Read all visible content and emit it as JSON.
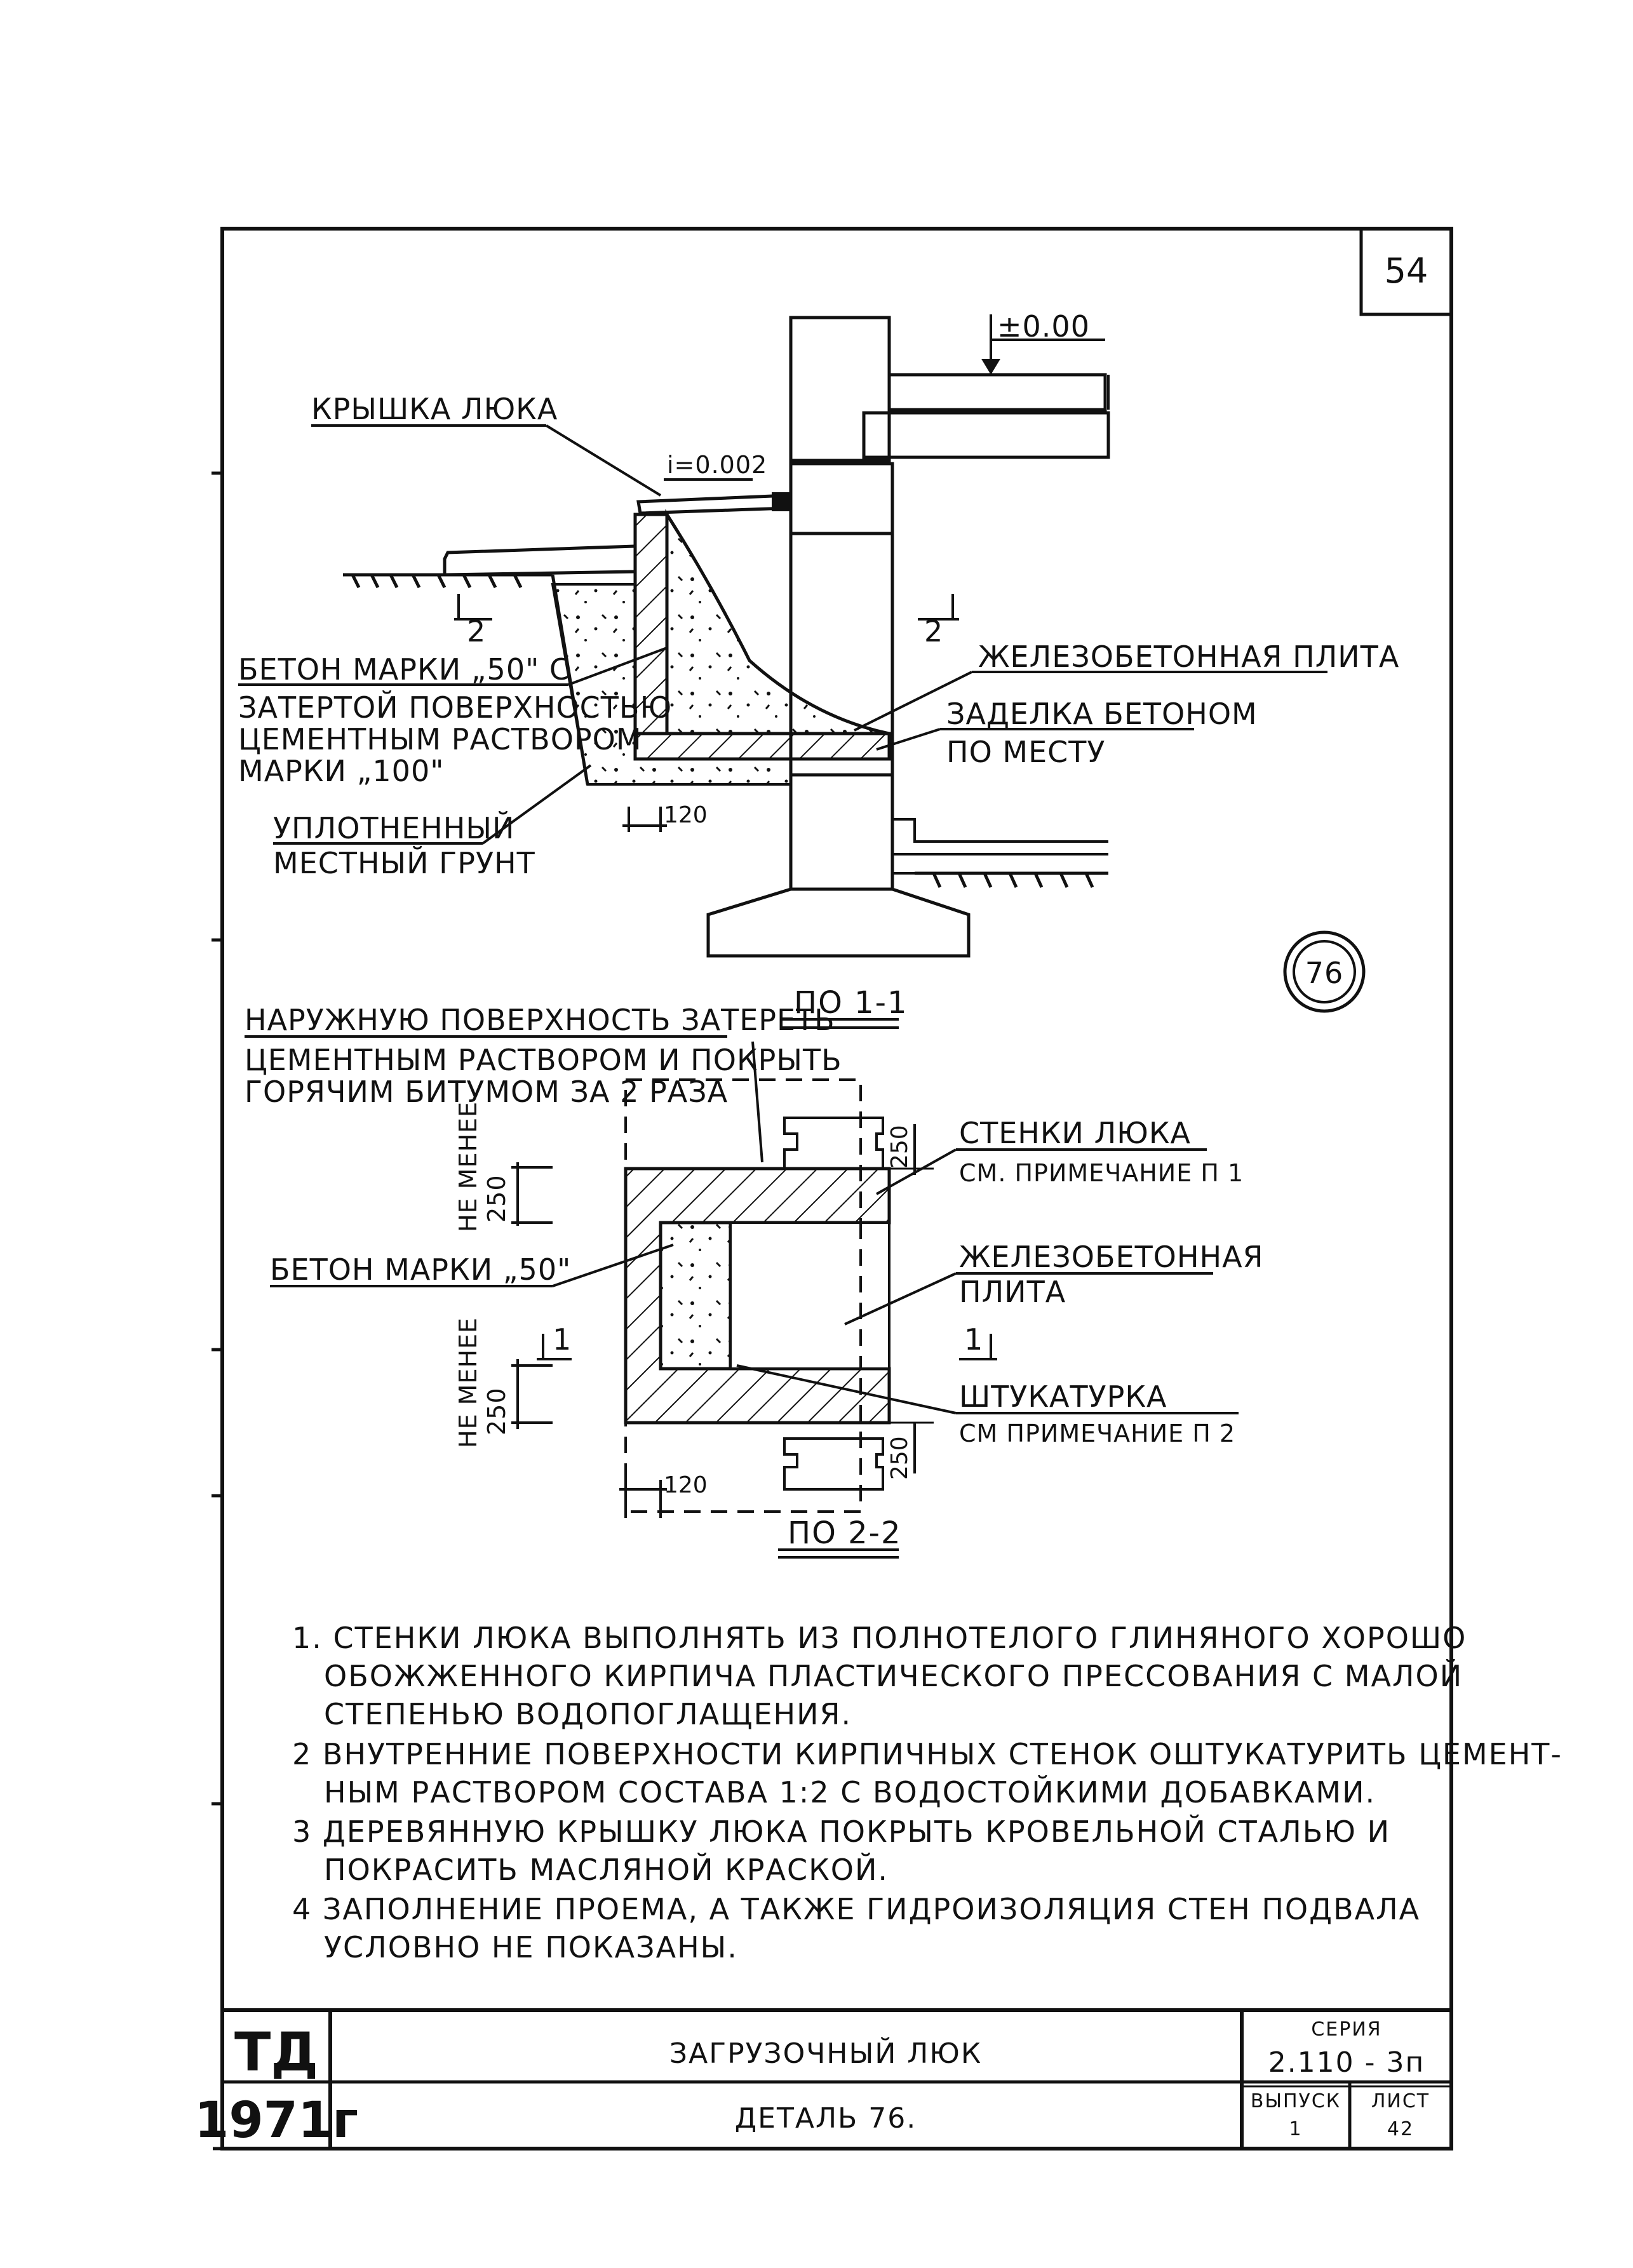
{
  "page_number": "54",
  "detail_marker": "76",
  "section_1": {
    "title": "ПО 1-1",
    "level_mark": "±0.00",
    "slope": "i=0.002",
    "section_mark_left": "2",
    "section_mark_right": "2",
    "dim_120": "120",
    "labels": {
      "hatch_cover": "КРЫШКА ЛЮКА",
      "concrete_line1": "БЕТОН МАРКИ „50\"  С",
      "concrete_line2": "ЗАТЕРТОЙ ПОВЕРХНОСТЬЮ",
      "concrete_line3": "ЦЕМЕНТНЫМ  РАСТВОРОМ",
      "concrete_line4": "МАРКИ „100\"",
      "soil_line1": "УПЛОТНЕННЫЙ",
      "soil_line2": "МЕСТНЫЙ ГРУНТ",
      "slab": "ЖЕЛЕЗОБЕТОННАЯ ПЛИТА",
      "sealing_line1": "ЗАДЕЛКА БЕТОНОМ",
      "sealing_line2": "ПО МЕСТУ"
    }
  },
  "section_2": {
    "title": "ПО 2-2",
    "outer_note_line1": "НАРУЖНУЮ ПОВЕРХНОСТЬ ЗАТЕРЕТЬ",
    "outer_note_line2": "ЦЕМЕНТНЫМ РАСТВОРОМ И ПОКРЫТЬ",
    "outer_note_line3": "ГОРЯЧИМ БИТУМОМ ЗА 2 РАЗА",
    "walls_line1": "СТЕНКИ ЛЮКА",
    "walls_line2": "СМ. ПРИМЕЧАНИЕ П 1",
    "slab_line1": "ЖЕЛЕЗОБЕТОННАЯ",
    "slab_line2": "ПЛИТА",
    "plaster_line1": "ШТУКАТУРКА",
    "plaster_line2": "СМ ПРИМЕЧАНИЕ П 2",
    "concrete": "БЕТОН МАРКИ „50\"",
    "min_label_1": "НЕ МЕНЕЕ",
    "min_value_1": "250",
    "min_label_2": "НЕ МЕНЕЕ",
    "min_value_2": "250",
    "dim_top": "250",
    "dim_bottom": "250",
    "dim_120": "120",
    "section_mark_left": "1",
    "section_mark_right": "1"
  },
  "notes": [
    "1. СТЕНКИ ЛЮКА ВЫПОЛНЯТЬ ИЗ ПОЛНОТЕЛОГО ГЛИНЯНОГО ХОРОШО",
    "ОБОЖЖЕННОГО КИРПИЧА ПЛАСТИЧЕСКОГО ПРЕССОВАНИЯ  С МАЛОЙ",
    "СТЕПЕНЬЮ ВОДОПОГЛАЩЕНИЯ.",
    "2 ВНУТРЕННИЕ ПОВЕРХНОСТИ КИРПИЧНЫХ СТЕНОК ОШТУКАТУРИТЬ ЦЕМЕНТ-",
    "НЫМ РАСТВОРОМ СОСТАВА 1:2 С ВОДОСТОЙКИМИ ДОБАВКАМИ.",
    "3 ДЕРЕВЯННУЮ КРЫШКУ ЛЮКА  ПОКРЫТЬ КРОВЕЛЬНОЙ СТАЛЬЮ И",
    "ПОКРАСИТЬ МАСЛЯНОЙ КРАСКОЙ.",
    "4 ЗАПОЛНЕНИЕ ПРОЕМА, А ТАКЖЕ ГИДРОИЗОЛЯЦИЯ СТЕН ПОДВАЛА",
    "УСЛОВНО НЕ ПОКАЗАНЫ."
  ],
  "title_block": {
    "org": "ТД",
    "year": "1971г",
    "title": "ЗАГРУЗОЧНЫЙ ЛЮК",
    "subtitle": "ДЕТАЛЬ 76.",
    "series_label": "СЕРИЯ",
    "series_value": "2.110 - 3п",
    "issue_label": "ВЫПУСК",
    "issue_value": "1",
    "sheet_label": "ЛИСТ",
    "sheet_value": "42"
  }
}
